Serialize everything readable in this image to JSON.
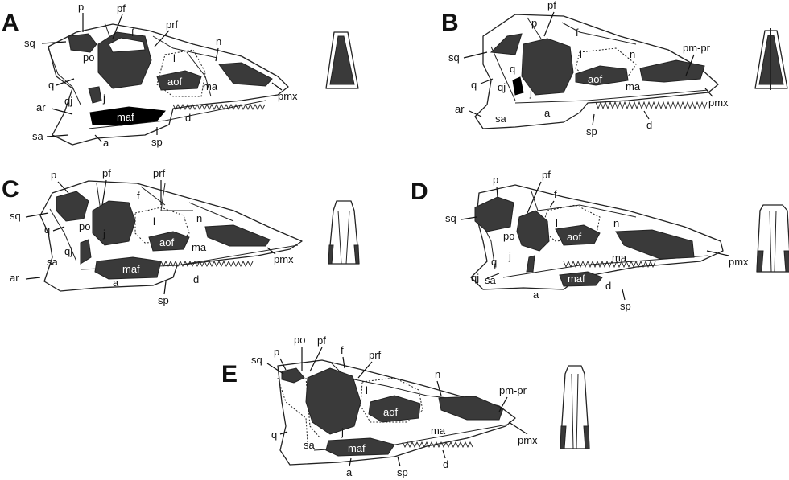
{
  "panels": [
    {
      "letter": "A",
      "labels": {
        "p": "p",
        "pf": "pf",
        "f": "f",
        "prf": "prf",
        "n": "n",
        "sq": "sq",
        "po": "po",
        "l": "l",
        "aof": "aof",
        "ma": "ma",
        "pmx": "pmx",
        "q": "q",
        "qj": "qj",
        "j": "j",
        "ar": "ar",
        "maf": "maf",
        "d": "d",
        "sa": "sa",
        "a": "a",
        "sp": "sp"
      }
    },
    {
      "letter": "B",
      "labels": {
        "p": "p",
        "pf": "pf",
        "f": "f",
        "sq": "sq",
        "l": "l",
        "n": "n",
        "pm_pr": "pm-pr",
        "q1": "q",
        "q2": "q",
        "qj": "qj",
        "j": "j",
        "aof": "aof",
        "ma": "ma",
        "pmx": "pmx",
        "ar": "ar",
        "sa": "sa",
        "a": "a",
        "sp": "sp",
        "d": "d"
      }
    },
    {
      "letter": "C",
      "labels": {
        "p": "p",
        "pf": "pf",
        "prf": "prf",
        "f": "f",
        "sq": "sq",
        "po": "po",
        "l": "l",
        "n": "n",
        "aof": "aof",
        "q": "q",
        "qj": "qj",
        "j": "j",
        "ma": "ma",
        "pmx": "pmx",
        "maf": "maf",
        "ar": "ar",
        "sa": "sa",
        "a": "a",
        "d": "d",
        "sp": "sp"
      }
    },
    {
      "letter": "D",
      "labels": {
        "p": "p",
        "pf": "pf",
        "f": "f",
        "sq": "sq",
        "l": "l",
        "aof": "aof",
        "n": "n",
        "po": "po",
        "ma": "ma",
        "pmx": "pmx",
        "q": "q",
        "j": "j",
        "qj": "qj",
        "maf": "maf",
        "d": "d",
        "sa": "sa",
        "a": "a",
        "sp": "sp"
      }
    },
    {
      "letter": "E",
      "labels": {
        "sq": "sq",
        "p": "p",
        "po": "po",
        "pf": "pf",
        "f": "f",
        "prf": "prf",
        "n": "n",
        "pm_pr": "pm-pr",
        "l": "l",
        "aof": "aof",
        "pmx": "pmx",
        "q": "q",
        "j": "j",
        "ma": "ma",
        "sa": "sa",
        "maf": "maf",
        "d": "d",
        "a": "a",
        "sp": "sp"
      }
    }
  ]
}
